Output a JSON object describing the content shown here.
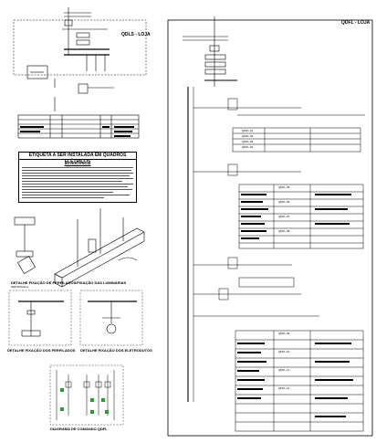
{
  "drawing": {
    "qdls_title": "QDLS - LOJA",
    "qdfl_title": "QDFL - LOJA",
    "warning_title": "ETIQUETA A SER INSTALADA EM QUADROS ELÉTRICOS",
    "warning_subtitle": "ADVERTÊNCIA",
    "detail_perfilados_luminarias": "DETALHE FIXAÇÃO DE PERFILADOS/FIXAÇÃO DAS LUMINÁRIAS",
    "detail_perfilados": "DETALHE FIXAÇÃO DOS PERFILADOS",
    "detail_eletrodutos": "DETALHE FIXAÇÃO DOS ELETRODUTOS",
    "diagram_comando": "DIAGRAMA DE COMANDO QDFL",
    "sem_escala": "SEM ESCALA",
    "circuits": [
      "QDFL-01",
      "QDFL-02",
      "QDFL-03",
      "QDFL-04",
      "QDFL-05",
      "QDFL-06",
      "QDFL-07",
      "QDFL-08",
      "QDFL-09",
      "QDFL-10",
      "QDFL-11",
      "QDFL-12"
    ]
  },
  "colors": {
    "line": "#000000",
    "accent": "#2a9d2a",
    "grey": "#888888"
  }
}
